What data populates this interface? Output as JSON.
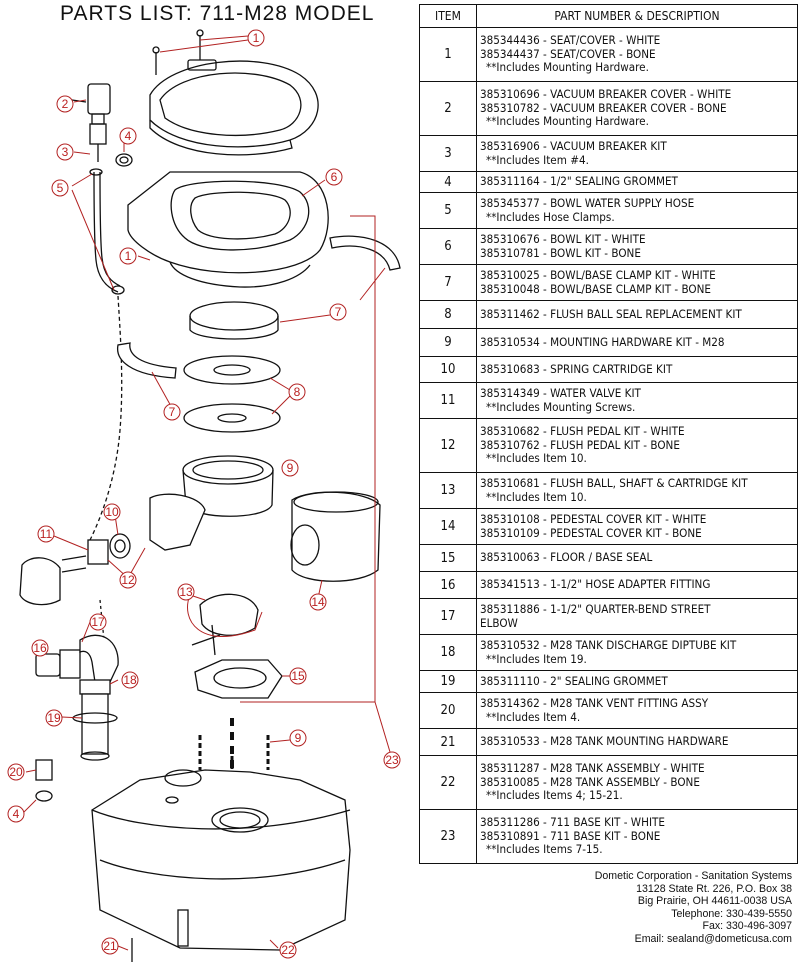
{
  "title": "PARTS LIST:  711-M28 MODEL",
  "table": {
    "headers": {
      "item": "ITEM",
      "desc": "PART NUMBER & DESCRIPTION"
    },
    "rows": [
      {
        "item": "1",
        "lines": [
          "385344436 - SEAT/COVER - WHITE",
          "385344437 - SEAT/COVER - BONE"
        ],
        "note": "**Includes Mounting Hardware."
      },
      {
        "item": "2",
        "lines": [
          "385310696 - VACUUM BREAKER COVER - WHITE",
          "385310782 - VACUUM BREAKER COVER - BONE"
        ],
        "note": "**Includes Mounting Hardware."
      },
      {
        "item": "3",
        "lines": [
          "385316906 - VACUUM BREAKER KIT"
        ],
        "note": "**Includes Item #4."
      },
      {
        "item": "4",
        "lines": [
          "385311164 - 1/2\" SEALING GROMMET"
        ],
        "note": ""
      },
      {
        "item": "5",
        "lines": [
          "385345377 - BOWL WATER SUPPLY HOSE"
        ],
        "note": "**Includes Hose Clamps."
      },
      {
        "item": "6",
        "lines": [
          "385310676 - BOWL KIT - WHITE",
          "385310781 - BOWL KIT - BONE"
        ],
        "note": ""
      },
      {
        "item": "7",
        "lines": [
          "385310025 - BOWL/BASE CLAMP KIT - WHITE",
          "385310048 - BOWL/BASE CLAMP KIT - BONE"
        ],
        "note": ""
      },
      {
        "item": "8",
        "lines": [
          "385311462 - FLUSH BALL SEAL REPLACEMENT KIT"
        ],
        "note": ""
      },
      {
        "item": "9",
        "lines": [
          "385310534 - MOUNTING HARDWARE KIT - M28"
        ],
        "note": ""
      },
      {
        "item": "10",
        "lines": [
          "385310683 - SPRING CARTRIDGE KIT"
        ],
        "note": ""
      },
      {
        "item": "11",
        "lines": [
          "385314349 - WATER VALVE KIT"
        ],
        "note": "**Includes Mounting Screws."
      },
      {
        "item": "12",
        "lines": [
          "385310682 - FLUSH PEDAL KIT - WHITE",
          "385310762 - FLUSH PEDAL KIT - BONE"
        ],
        "note": "**Includes Item 10."
      },
      {
        "item": "13",
        "lines": [
          "385310681 - FLUSH BALL, SHAFT & CARTRIDGE KIT"
        ],
        "note": "**Includes Item 10."
      },
      {
        "item": "14",
        "lines": [
          "385310108 - PEDESTAL COVER KIT - WHITE",
          "385310109 - PEDESTAL COVER KIT - BONE"
        ],
        "note": ""
      },
      {
        "item": "15",
        "lines": [
          "385310063 - FLOOR / BASE SEAL"
        ],
        "note": ""
      },
      {
        "item": "16",
        "lines": [
          "385341513 - 1-1/2\" HOSE ADAPTER FITTING"
        ],
        "note": ""
      },
      {
        "item": "17",
        "lines": [
          "385311886 - 1-1/2\" QUARTER-BEND STREET",
          "ELBOW"
        ],
        "note": ""
      },
      {
        "item": "18",
        "lines": [
          "385310532 - M28 TANK DISCHARGE DIPTUBE KIT"
        ],
        "note": "**Includes Item 19."
      },
      {
        "item": "19",
        "lines": [
          "385311110 - 2\" SEALING GROMMET"
        ],
        "note": ""
      },
      {
        "item": "20",
        "lines": [
          "385314362 - M28 TANK VENT FITTING ASSY"
        ],
        "note": "**Includes Item 4."
      },
      {
        "item": "21",
        "lines": [
          "385310533 - M28 TANK MOUNTING HARDWARE"
        ],
        "note": ""
      },
      {
        "item": "22",
        "lines": [
          "385311287 - M28 TANK ASSEMBLY - WHITE",
          "385310085 - M28 TANK ASSEMBLY - BONE"
        ],
        "note": "**Includes Items 4; 15-21."
      },
      {
        "item": "23",
        "lines": [
          "385311286 - 711 BASE KIT - WHITE",
          "385310891 - 711 BASE KIT - BONE"
        ],
        "note": "**Includes Items 7-15."
      }
    ]
  },
  "footer": [
    "Dometic Corporation - Sanitation Systems",
    "13128 State Rt. 226, P.O. Box 38",
    "Big Prairie, OH 44611-0038 USA",
    "Telephone: 330-439-5550",
    "Fax: 330-496-3097",
    "Email: sealand@dometicusa.com"
  ],
  "callouts": [
    "1",
    "2",
    "3",
    "4",
    "5",
    "6",
    "1",
    "7",
    "7",
    "8",
    "9",
    "10",
    "11",
    "12",
    "13",
    "14",
    "15",
    "16",
    "17",
    "18",
    "19",
    "20",
    "4",
    "9",
    "21",
    "22",
    "23"
  ],
  "colors": {
    "callout": "#b22222",
    "line": "#111111",
    "background": "#ffffff"
  }
}
